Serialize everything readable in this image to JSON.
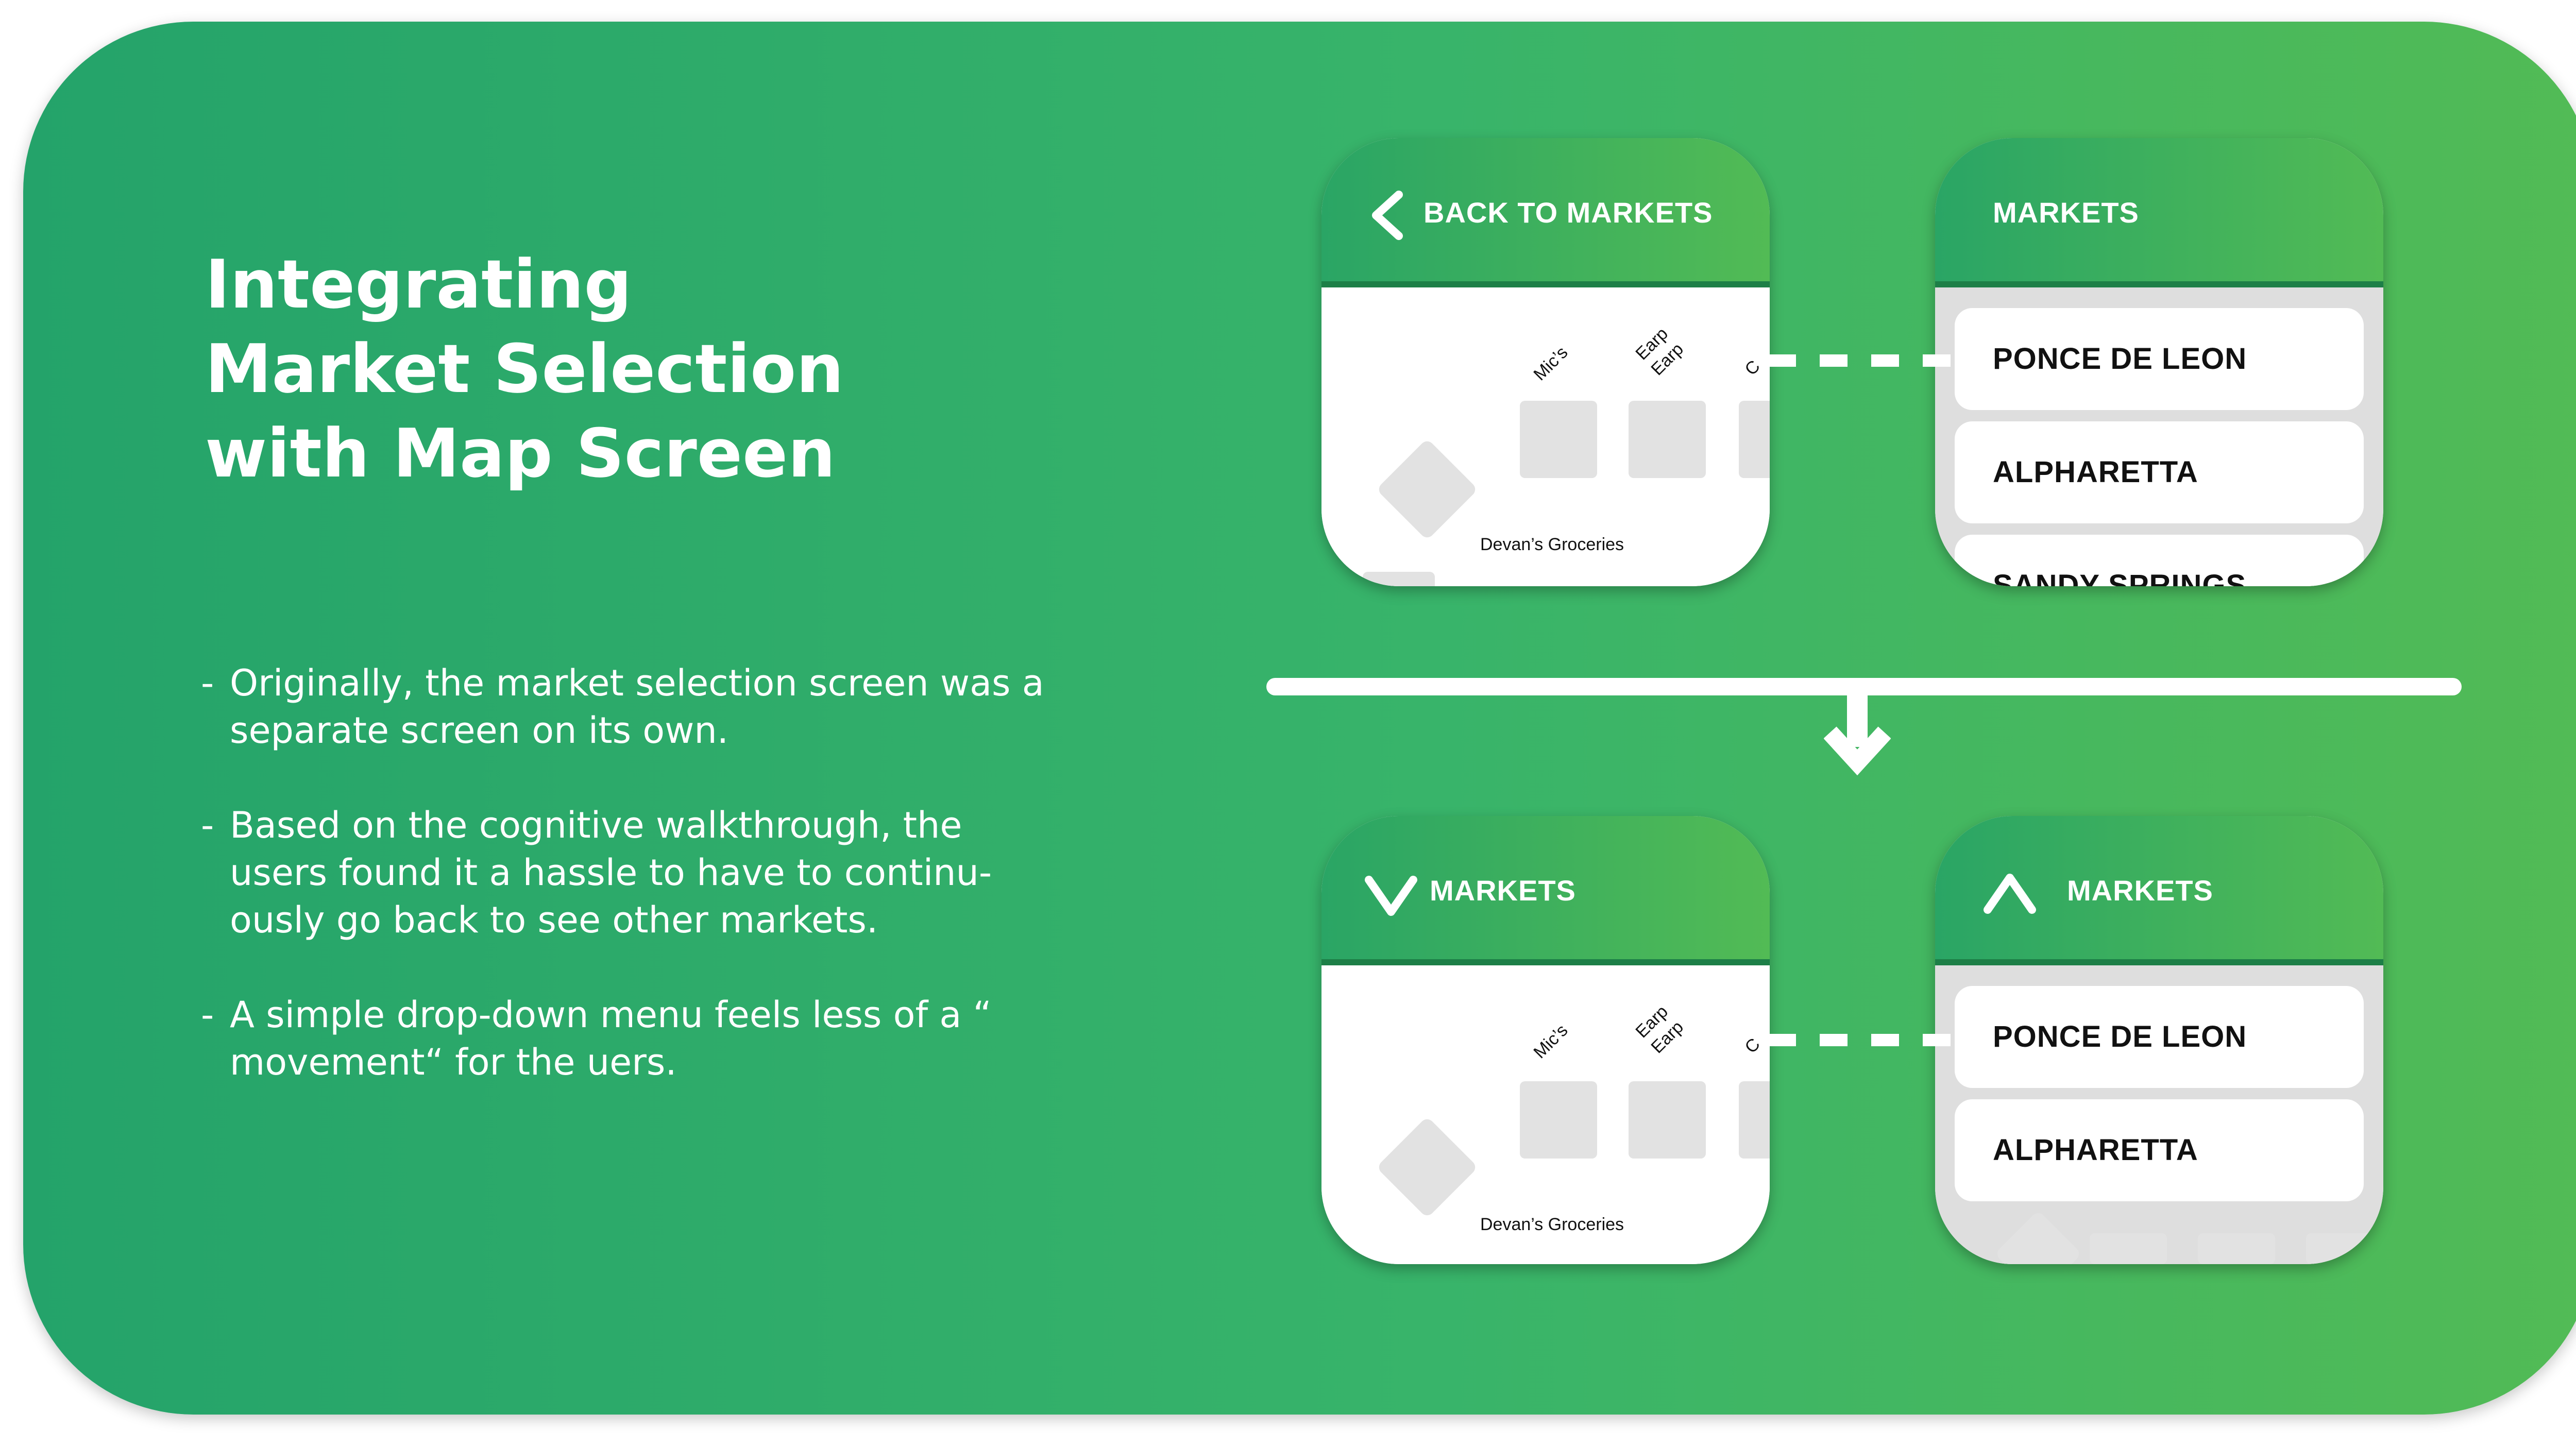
{
  "title_lines": [
    "Integrating",
    "Market Selection",
    "with Map Screen"
  ],
  "bullets": [
    {
      "lines": [
        "Originally, the market selection screen was a",
        "separate screen on its own."
      ]
    },
    {
      "lines": [
        "Based on the cognitive walkthrough, the",
        "users found it a hassle to have to continu-",
        "ously go back to see other markets."
      ]
    },
    {
      "lines": [
        "A simple drop-down menu feels less of a “",
        "movement“ for the uers."
      ]
    }
  ],
  "bullet_dash": "-",
  "before": {
    "map_header": {
      "icon": "chevron-left-icon",
      "label": "BACK TO MARKETS"
    },
    "list_header": {
      "label": "MARKETS"
    },
    "list_items": [
      "PONCE DE LEON",
      "ALPHARETTA",
      "SANDY SPRINGS"
    ]
  },
  "after": {
    "map_header": {
      "icon": "chevron-down-icon",
      "label": "MARKETS"
    },
    "list_header": {
      "icon": "chevron-up-icon",
      "label": "MARKETS"
    },
    "list_items": [
      "PONCE DE LEON",
      "ALPHARETTA"
    ]
  },
  "map": {
    "store_labels": [
      "Mic’s",
      "Earp",
      "Earp"
    ],
    "partial_label": "C",
    "grocery_label": "Devan’s Groceries"
  },
  "colors": {
    "gradient_start": "#24a36a",
    "gradient_end": "#52bb55",
    "placeholder": "#e2e2e2"
  }
}
